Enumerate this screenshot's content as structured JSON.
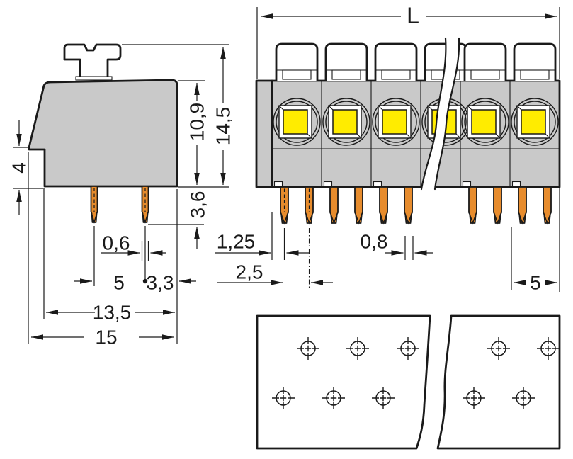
{
  "colors": {
    "line": "#1a1a1a",
    "housing": "#c9c9c9",
    "screw_yellow": "#ffec00",
    "pin_copper": "#e78c2d",
    "background": "#ffffff"
  },
  "side_view": {
    "dimensions": {
      "front_step_height": "4",
      "body_height": "10,9",
      "total_height": "14,5",
      "pin_length": "3,6",
      "pin_width": "0,6",
      "pin_spacing": "5",
      "pin_to_edge": "3,3",
      "body_depth": "13,5",
      "total_depth": "15"
    }
  },
  "front_view": {
    "dimensions": {
      "total_length": "L",
      "first_pin_offset": "1,25",
      "pin_pitch": "2,5",
      "pin_width": "0,8",
      "pole_pitch": "5"
    }
  },
  "drilling_plan": {
    "holes": 10
  }
}
